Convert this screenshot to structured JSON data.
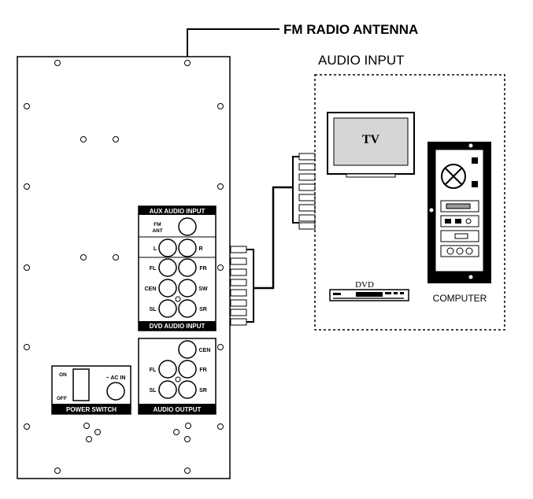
{
  "labels": {
    "fm_radio_antenna": "FM RADIO ANTENNA",
    "audio_input": "AUDIO INPUT",
    "tv": "TV",
    "dvd": "DVD",
    "computer": "COMPUTER",
    "aux_audio_input": "AUX AUDIO INPUT",
    "fm_ant_line1": "FM",
    "fm_ant_line2": "ANT",
    "l": "L",
    "r": "R",
    "fl": "FL",
    "fr": "FR",
    "cen": "CEN",
    "sw": "SW",
    "sl": "SL",
    "sr": "SR",
    "dvd_audio_input": "DVD AUDIO INPUT",
    "on": "ON",
    "off": "OFF",
    "ac_in": "~ AC IN",
    "power_switch": "POWER SWITCH",
    "audio_output": "AUDIO OUTPUT"
  }
}
